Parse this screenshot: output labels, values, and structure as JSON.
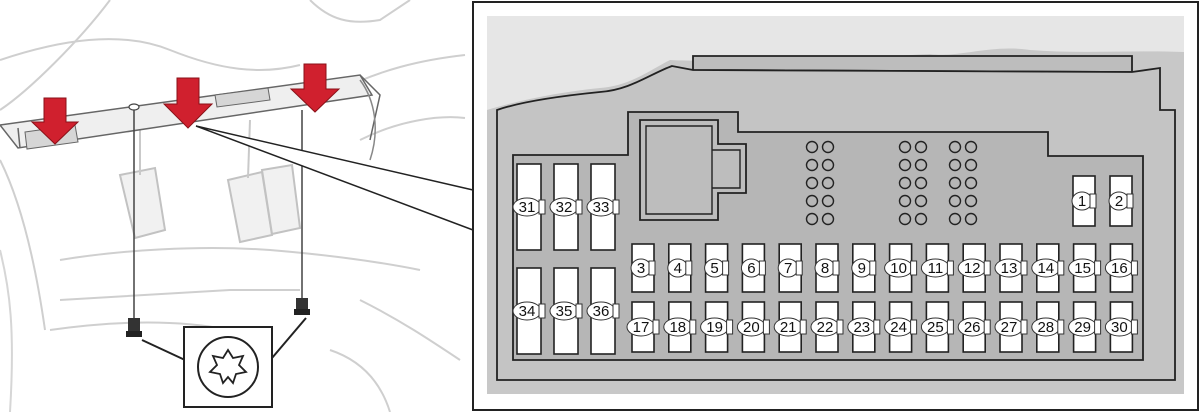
{
  "colors": {
    "panel_gray": "#c8c8c8",
    "box_gray": "#b9b9b9",
    "arrow_red": "#d0202e",
    "line_dark": "#222222",
    "sketch_gray": "#c9c9c9"
  },
  "icons": [
    "down-arrow-icon",
    "torx-screw-icon"
  ],
  "fuses": {
    "large_top": [
      "31",
      "32",
      "33"
    ],
    "large_bottom": [
      "34",
      "35",
      "36"
    ],
    "top_right": [
      "1",
      "2"
    ],
    "middle_row": [
      "3",
      "4",
      "5",
      "6",
      "7",
      "8",
      "9",
      "10",
      "11",
      "12",
      "13",
      "14",
      "15",
      "16"
    ],
    "bottom_row": [
      "17",
      "18",
      "19",
      "20",
      "21",
      "22",
      "23",
      "24",
      "25",
      "26",
      "27",
      "28",
      "29",
      "30"
    ]
  }
}
